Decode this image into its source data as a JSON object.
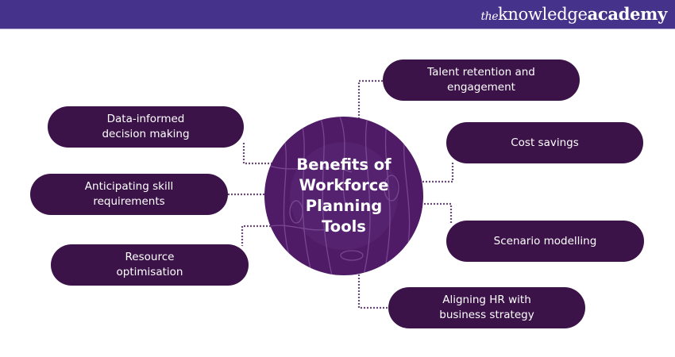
{
  "brand": {
    "logo_prefix": "the",
    "logo_main": "knowledge",
    "logo_suffix": "academy",
    "header_color": "#45328a"
  },
  "diagram": {
    "center": {
      "lines": [
        "Benefits of",
        "Workforce",
        "Planning",
        "Tools"
      ],
      "color": "#4f1a66"
    },
    "pill_color": "#3b1349",
    "connector_color": "#6b4a7a",
    "left_items": [
      {
        "lines": [
          "Data-informed",
          "decision making"
        ]
      },
      {
        "lines": [
          "Anticipating skill",
          "requirements"
        ]
      },
      {
        "lines": [
          "Resource",
          "optimisation"
        ]
      }
    ],
    "right_items": [
      {
        "lines": [
          "Talent retention and",
          "engagement"
        ]
      },
      {
        "lines": [
          "Cost savings"
        ]
      },
      {
        "lines": [
          "Scenario modelling"
        ]
      },
      {
        "lines": [
          "Aligning HR with",
          "business strategy"
        ]
      }
    ]
  }
}
